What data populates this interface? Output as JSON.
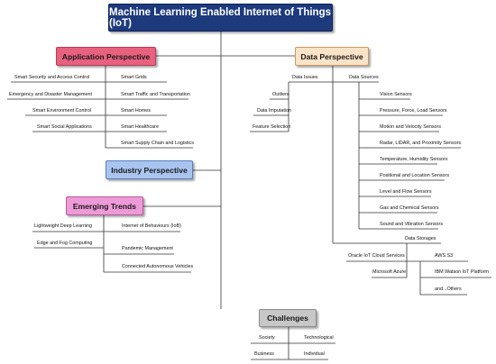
{
  "title": "Machine Learning Enabled Internet of Things (IoT)",
  "application": {
    "label": "Application Perspective",
    "left": [
      "Smart Security and Access Control",
      "Emergency and Disaster Management",
      "Smart Environment Control",
      "Smart Social Applications"
    ],
    "right": [
      "Smart Grids",
      "Smart Traffic and Transportation",
      "Smart Homes",
      "Smart Healthcare",
      "Smart Supply Chain and Logistics"
    ]
  },
  "data": {
    "label": "Data Perspective",
    "issues_label": "Data Issues",
    "issues": [
      "Outliers",
      "Data Imputation",
      "Feature Selection"
    ],
    "sources_label": "Data Sources",
    "sources": [
      "Vision Sensors",
      "Pressure, Force, Load Sensors",
      "Motion and Velocity Sensors",
      "Radar, LIDAR, and Proximity Sensors",
      "Temperature, Humidity Sensors",
      "Positional and Location Sensors",
      "Level and Flow Sensors",
      "Gas and Chemical Sensors",
      "Sound and Vibration Sensors"
    ],
    "storages_label": "Data Storages",
    "storage_left": [
      "Oracle IoT Cloud Services",
      "Microsoft Azure"
    ],
    "storage_right": [
      "AWS S3",
      "IBM Watson IoT Platform",
      "and...Others"
    ]
  },
  "industry": {
    "label": "Industry Perspective"
  },
  "emerging": {
    "label": "Emerging Trends",
    "left": [
      "Lightweight Deep Learning",
      "Edge and Fog Computing"
    ],
    "right": [
      "Internet of Behaviours (IoB)",
      "Pandemic Management",
      "Connected Autonomous Vehicles"
    ]
  },
  "challenges": {
    "label": "Challenges",
    "left": [
      "Society",
      "Business"
    ],
    "right": [
      "Technological",
      "Individual"
    ]
  }
}
